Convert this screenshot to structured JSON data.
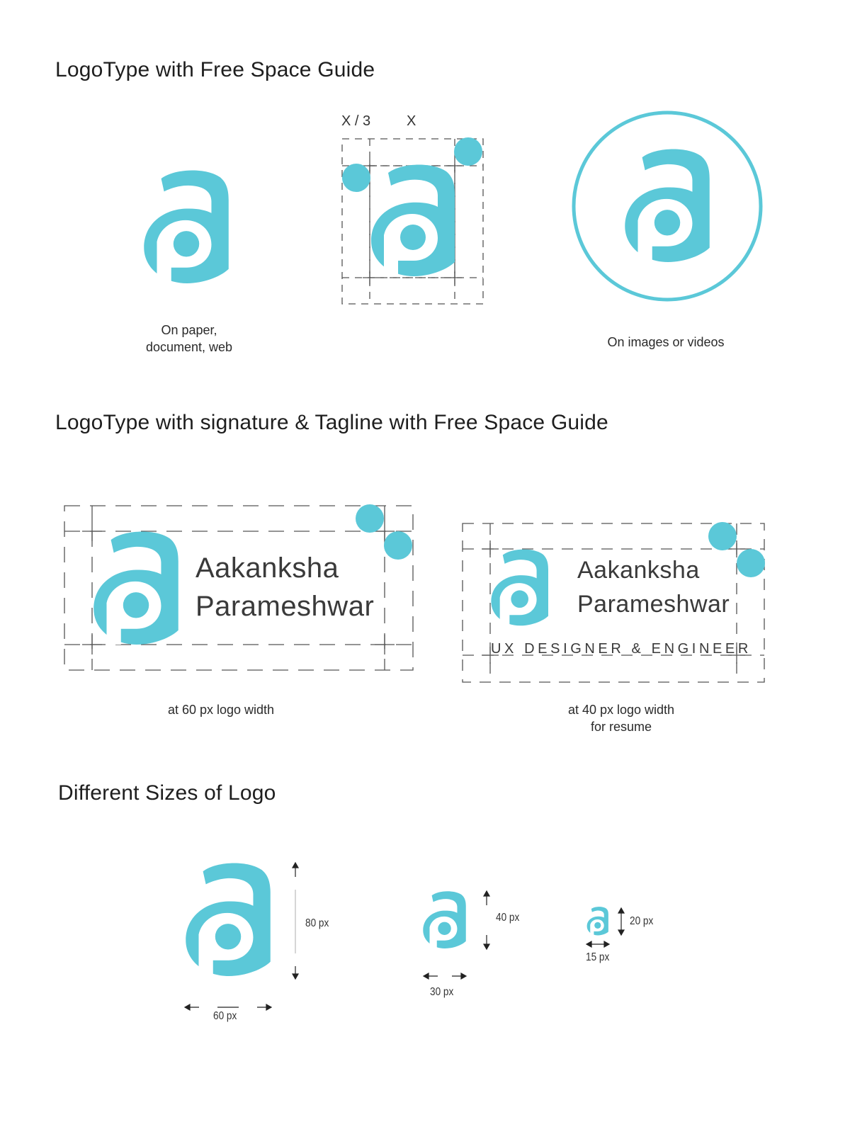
{
  "section1": {
    "title": "LogoType with Free Space Guide",
    "x3_label": "X / 3",
    "x_label": "X",
    "caption_paper_line1": "On paper,",
    "caption_paper_line2": "document, web",
    "caption_images": "On images or videos"
  },
  "section2": {
    "title": "LogoType with signature & Tagline with Free Space Guide",
    "name_line1": "Aakanksha",
    "name_line2": "Parameshwar",
    "tagline": "UX DESIGNER & ENGINEER",
    "caption_60": "at  60 px logo width",
    "caption_40_line1": "at  40 px logo width",
    "caption_40_line2": "for resume"
  },
  "section3": {
    "title": "Different Sizes of Logo",
    "large_height": "80 px",
    "large_width": "60 px",
    "medium_height": "40 px",
    "medium_width": "30 px",
    "small_height": "20 px",
    "small_width": "15 px"
  },
  "colors": {
    "brand": "#5bc8d8",
    "guide": "#555555"
  }
}
